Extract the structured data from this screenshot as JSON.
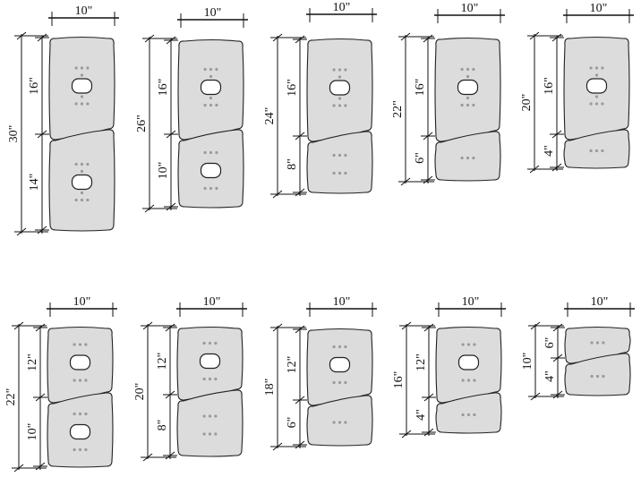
{
  "width_label": "10\"",
  "diagrams": [
    {
      "total": "30\"",
      "pieces": [
        {
          "length": "16\"",
          "has_hole": true
        },
        {
          "length": "14\"",
          "has_hole": true
        }
      ]
    },
    {
      "total": "26\"",
      "pieces": [
        {
          "length": "16\"",
          "has_hole": true
        },
        {
          "length": "10\"",
          "has_hole": true
        }
      ]
    },
    {
      "total": "24\"",
      "pieces": [
        {
          "length": "16\"",
          "has_hole": true
        },
        {
          "length": "8\"",
          "has_hole": false
        }
      ]
    },
    {
      "total": "22\"",
      "pieces": [
        {
          "length": "16\"",
          "has_hole": true
        },
        {
          "length": "6\"",
          "has_hole": false
        }
      ]
    },
    {
      "total": "20\"",
      "pieces": [
        {
          "length": "16\"",
          "has_hole": true
        },
        {
          "length": "4\"",
          "has_hole": false
        }
      ]
    },
    {
      "total": "22\"",
      "pieces": [
        {
          "length": "12\"",
          "has_hole": true
        },
        {
          "length": "10\"",
          "has_hole": true
        }
      ]
    },
    {
      "total": "20\"",
      "pieces": [
        {
          "length": "12\"",
          "has_hole": true
        },
        {
          "length": "8\"",
          "has_hole": false
        }
      ]
    },
    {
      "total": "18\"",
      "pieces": [
        {
          "length": "12\"",
          "has_hole": true
        },
        {
          "length": "6\"",
          "has_hole": false
        }
      ]
    },
    {
      "total": "16\"",
      "pieces": [
        {
          "length": "12\"",
          "has_hole": true
        },
        {
          "length": "4\"",
          "has_hole": false
        }
      ]
    },
    {
      "total": "10\"",
      "pieces": [
        {
          "length": "6\"",
          "has_hole": false
        },
        {
          "length": "4\"",
          "has_hole": false
        }
      ]
    }
  ]
}
